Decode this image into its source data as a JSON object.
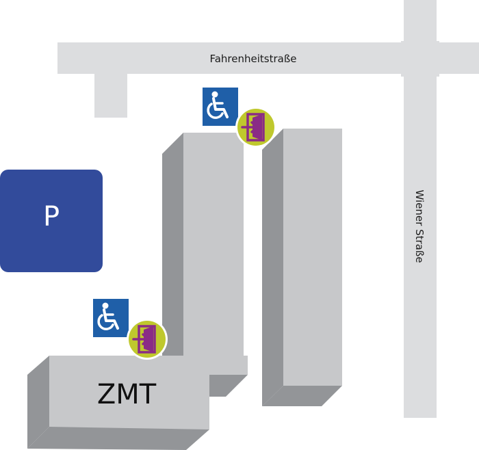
{
  "streets": {
    "horizontal": {
      "name": "Fahrenheitstraße"
    },
    "vertical": {
      "name": "Wiener Straße"
    }
  },
  "parking": {
    "label": "P",
    "color": "#324b9b"
  },
  "building": {
    "label": "ZMT"
  },
  "icons": {
    "accessible": "wheelchair-icon",
    "entrance": "entrance-door-icon"
  },
  "colors": {
    "street": "#dcdddf",
    "building_top": "#c7c8ca",
    "building_side": "#939598",
    "accessible_sign": "#1f5fa8",
    "entrance_circle": "#bfc82d",
    "entrance_door": "#8a2b86"
  }
}
